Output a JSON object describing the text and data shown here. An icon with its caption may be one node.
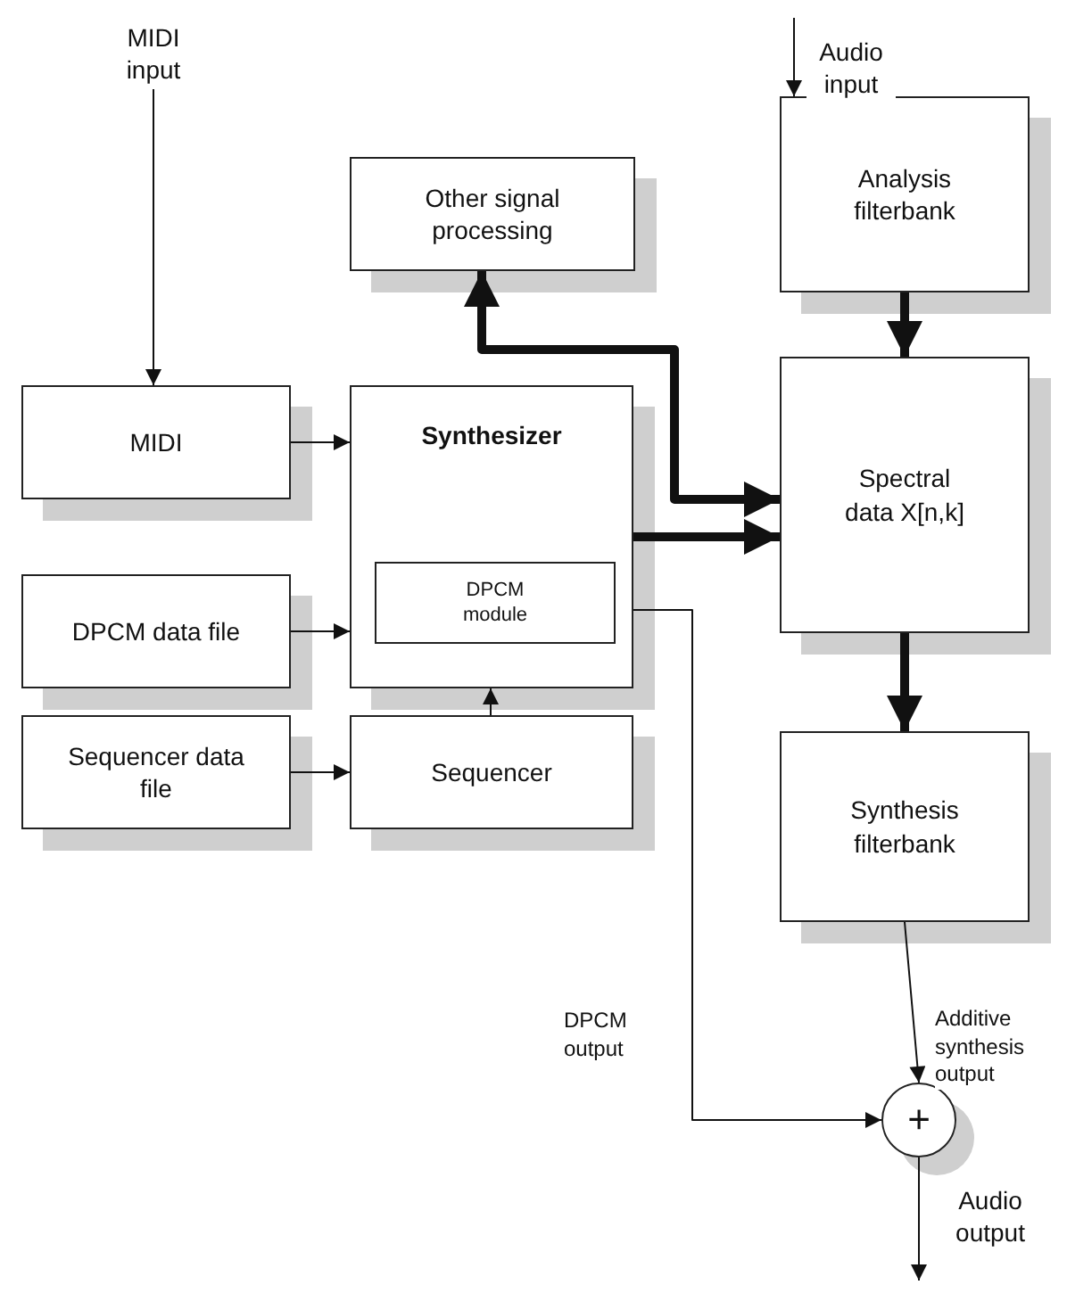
{
  "diagram": {
    "nodes": [
      {
        "text": [
          "MIDI input"
        ]
      },
      {
        "text": [
          "Other signal processing"
        ]
      },
      {
        "text": [
          "Analysis filterbank"
        ]
      },
      {
        "text": [
          "MIDI"
        ]
      },
      {
        "text": [
          "Synthesizer"
        ]
      },
      {
        "text": [
          "DPCM module"
        ],
        "in": 4
      },
      {
        "text": [
          "DPCM data file"
        ]
      },
      {
        "text": [
          "Sequencer data file"
        ]
      },
      {
        "text": [
          "Sequencer"
        ]
      },
      {
        "text": [
          "Spectral data X[n,k]"
        ]
      },
      {
        "text": [
          "Synthesis filterbank"
        ]
      },
      {
        "text": [
          "+"
        ]
      }
    ],
    "edges": [
      {
        "from": 0,
        "to": 3,
        "arrow": "to"
      },
      {
        "from": null,
        "to": 2,
        "arrow": "to",
        "label": "Audio input"
      },
      {
        "from": 3,
        "to": 4,
        "arrow": "to"
      },
      {
        "from": 6,
        "to": 4,
        "arrow": "to"
      },
      {
        "from": 7,
        "to": 8,
        "arrow": "to"
      },
      {
        "from": 8,
        "to": 4,
        "arrow": "to"
      },
      {
        "from": 1,
        "to": 9,
        "arrow": "both",
        "style": "thick"
      },
      {
        "from": 4,
        "to": 9,
        "arrow": "to",
        "style": "thick"
      },
      {
        "from": 2,
        "to": 9,
        "arrow": "to",
        "style": "thick"
      },
      {
        "from": 9,
        "to": 10,
        "arrow": "to",
        "style": "thick"
      },
      {
        "from": 10,
        "to": 11,
        "arrow": "to",
        "label": "Additive synthesis output"
      },
      {
        "from": 5,
        "to": 11,
        "arrow": "to",
        "label": "DPCM output"
      },
      {
        "from": 11,
        "to": null,
        "arrow": "to",
        "label": "Audio output"
      }
    ]
  }
}
